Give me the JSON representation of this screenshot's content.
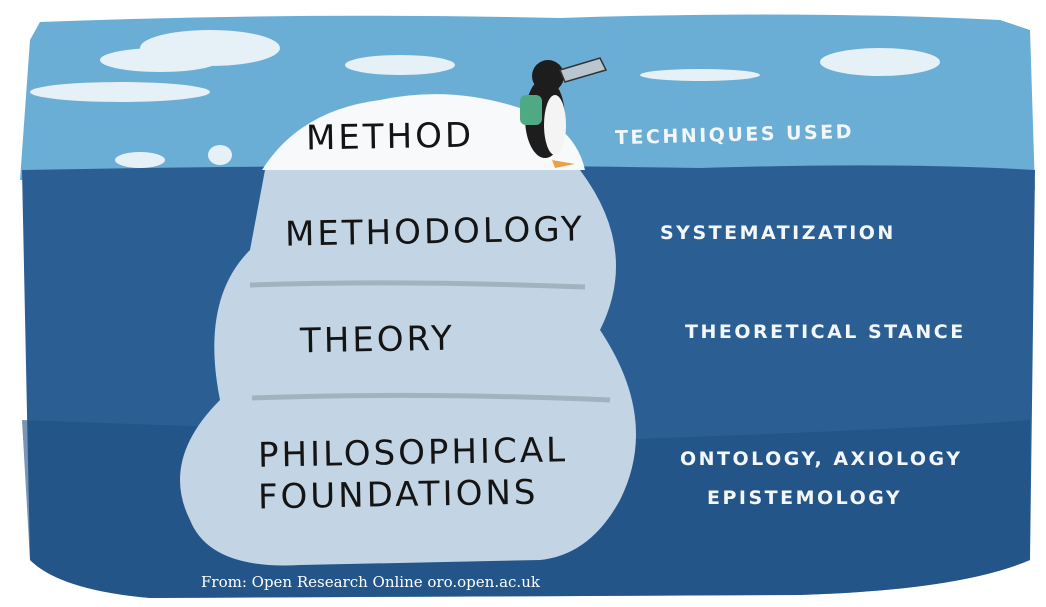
{
  "iceberg": {
    "method": "METHOD",
    "methodology": "METHODOLOGY",
    "theory": "THEORY",
    "philosophical_line1": "PHILOSOPHICAL",
    "philosophical_line2": "FOUNDATIONS"
  },
  "descriptions": {
    "method": "TECHNIQUES USED",
    "methodology": "SYSTEMATIZATION",
    "theory": "THEORETICAL STANCE",
    "philosophical_line1": "ONTOLOGY, AXIOLOGY",
    "philosophical_line2": "EPISTEMOLOGY"
  },
  "credit": "From: Open Research Online oro.open.ac.uk",
  "colors": {
    "sky": "#6aaed6",
    "ocean": "#2b5f93",
    "ocean_deep": "#1f4f82",
    "ice_tip": "#f7f9fa",
    "ice_underwater": "#c3d5e4",
    "text_dark": "#141414",
    "text_light": "#f4f7fa"
  }
}
